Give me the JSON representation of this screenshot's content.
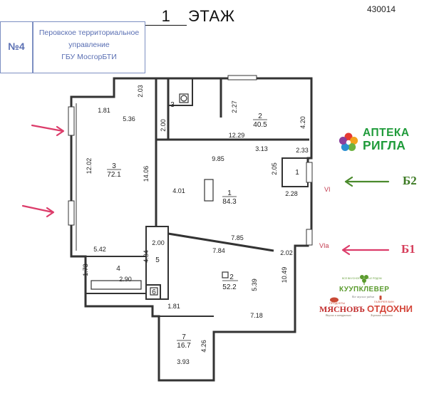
{
  "document_number": "430014",
  "floor": {
    "number": "1",
    "label": "ЭТАЖ"
  },
  "stamp": {
    "number": "№4",
    "lines": [
      "Перовское территориальное",
      "управление",
      "ГБУ МосгорБТИ"
    ]
  },
  "rooms": [
    {
      "number": "3",
      "area": "72.1"
    },
    {
      "number": "1",
      "area": "84.3"
    },
    {
      "number": "2",
      "area": "40.5"
    },
    {
      "number": "2",
      "area": "52.2"
    },
    {
      "number": "7",
      "area": "16.7"
    },
    {
      "number": "3",
      "area": ""
    },
    {
      "number": "1",
      "area": ""
    },
    {
      "number": "4",
      "area": ""
    },
    {
      "number": "5",
      "area": ""
    },
    {
      "number": "6",
      "area": ""
    }
  ],
  "dimensions": {
    "d203": "2.03",
    "d181a": "1.81",
    "d536": "5.36",
    "d1202": "12.02",
    "d1406": "14.06",
    "d200a": "2.00",
    "d227": "2.27",
    "d1229": "12.29",
    "d420": "4.20",
    "d313": "3.13",
    "d233": "2.33",
    "d985": "9.85",
    "d205": "2.05",
    "d401": "4.01",
    "d228": "2.28",
    "d785": "7.85",
    "d542": "5.42",
    "d200b": "2.00",
    "d434": "4.34",
    "d784": "7.84",
    "d202": "2.02",
    "d173": "1.73",
    "d290": "2.90",
    "d539": "5.39",
    "d1049": "10.49",
    "d181b": "1.81",
    "d718": "7.18",
    "d426": "4.26",
    "d393": "3.93"
  },
  "openings": {
    "vi": "VI",
    "via": "VIa"
  },
  "pharmacy": {
    "line1": "АПТЕКА",
    "line2": "РИГЛА"
  },
  "entrances": {
    "b2": "Б2",
    "b1": "Б1"
  },
  "brands": {
    "kuupklever": "КУУПКЛЕВЕР",
    "kuupklever_top": "ВСЕ ВКУСНОЕ СЧАСТЬЕ РЯДОМ",
    "kuupklever_sub": "Все вкусное рядом",
    "myasnov": "МЯСНОВЪ",
    "myasnov_top": "ПРОДУКТЫ",
    "myasnov_sub": "Вкусно и натурально",
    "otdokhni": "ОТДОХНИ",
    "otdokhni_top": "ГАЛЕРЕЯ ВИН",
    "otdokhni_sub": "Хорошие напитки"
  },
  "colors": {
    "wall": "#333333",
    "arrow_pink": "#dc3c6a",
    "arrow_green": "#4a8a2c",
    "stamp": "#7d8fc2",
    "pharmacy_green": "#1f9b3a"
  }
}
